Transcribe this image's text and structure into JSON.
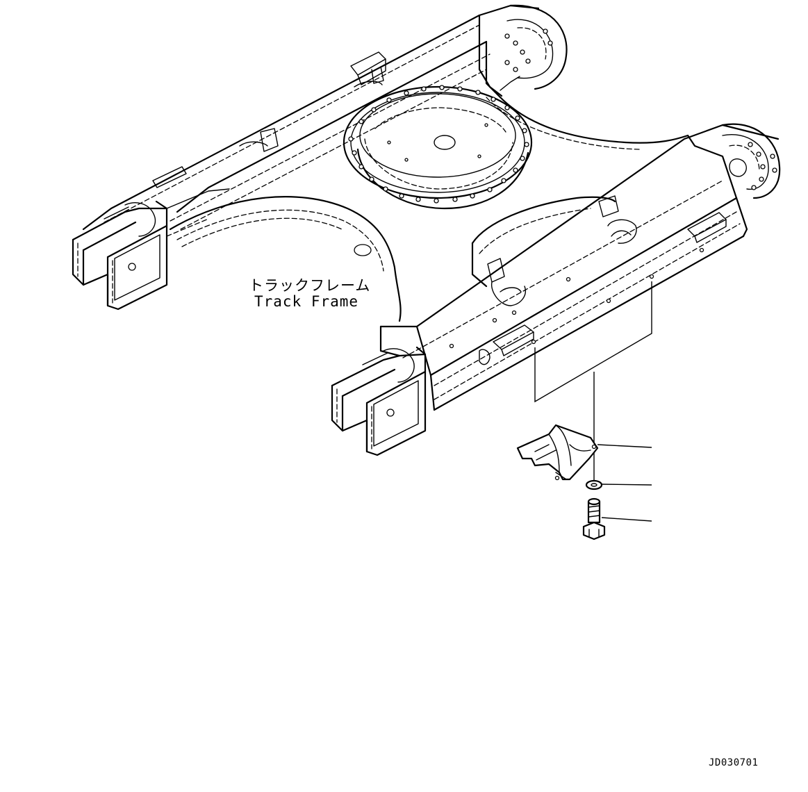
{
  "diagram": {
    "callout_label_jp": "トラックフレーム",
    "callout_label_en": "Track Frame",
    "drawing_number": "JD030701"
  },
  "colors": {
    "line": "#000000",
    "background": "#ffffff"
  }
}
